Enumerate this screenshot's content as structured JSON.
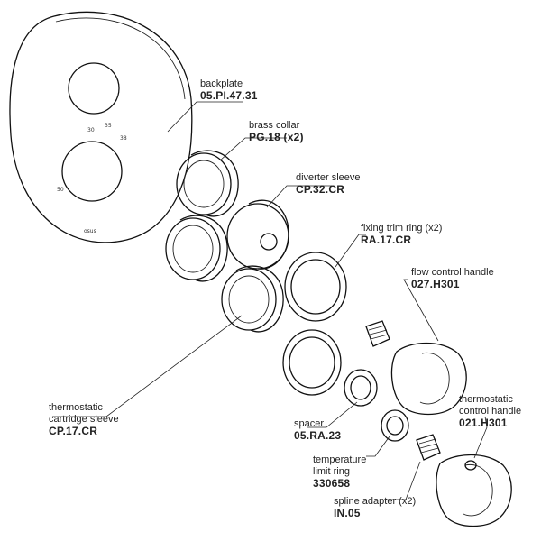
{
  "dial_marks": [
    "30",
    "35",
    "38",
    "50"
  ],
  "backplate_mark": "osus",
  "labels": {
    "backplate": {
      "name": "backplate",
      "code": "05.PI.47.31"
    },
    "brass_collar": {
      "name": "brass collar",
      "code": "PG.18 (x2)"
    },
    "diverter_sleeve": {
      "name": "diverter sleeve",
      "code": "CP.32.CR"
    },
    "fixing_trim_ring": {
      "name": "fixing trim ring (x2)",
      "code": "RA.17.CR"
    },
    "flow_control_handle": {
      "name": "flow control handle",
      "code": "027.H301"
    },
    "thermostatic_control_handle": {
      "name_line1": "thermostatic",
      "name_line2": "control handle",
      "code": "021.H301"
    },
    "thermostatic_cartridge_sleeve": {
      "name_line1": "thermostatic",
      "name_line2": "cartridge sleeve",
      "code": "CP.17.CR"
    },
    "spacer": {
      "name": "spacer",
      "code": "05.RA.23"
    },
    "temperature_limit_ring": {
      "name_line1": "temperature",
      "name_line2": "limit ring",
      "code": "330658"
    },
    "spline_adapter": {
      "name": "spline adapter (x2)",
      "code": "IN.05"
    }
  }
}
